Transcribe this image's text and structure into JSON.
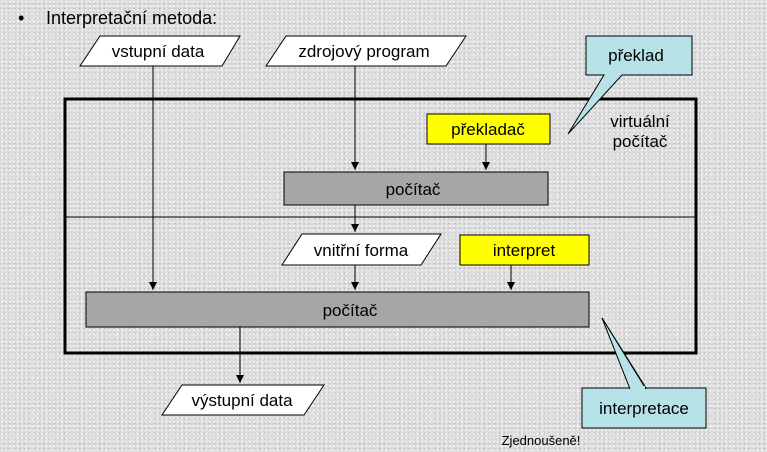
{
  "slide": {
    "bullet": "•",
    "title": "Interpretační metoda:",
    "footnote": "Zjednoušeně!"
  },
  "nodes": {
    "vstupni_data": "vstupní data",
    "zdrojovy_program": "zdrojový program",
    "prekladac": "překladač",
    "pocitac_top": "počítač",
    "vnitrni_forma": "vnitřní forma",
    "interpret": "interpret",
    "pocitac_bottom": "počítač",
    "vystupni_data": "výstupní data"
  },
  "callouts": {
    "preklad": "překlad",
    "interpretace": "interpretace"
  },
  "frame": {
    "virtual_line1": "virtuální",
    "virtual_line2": "počítač"
  },
  "colors": {
    "callout_fill": "#b7e3e8",
    "highlight_fill": "#ffff00",
    "computer_fill": "#a6a6a6"
  }
}
